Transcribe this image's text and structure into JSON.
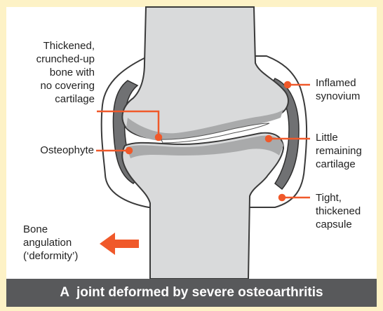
{
  "caption": "A  joint deformed by severe osteoarthritis",
  "labels": {
    "thickened_bone": "Thickened,\ncrunched-up\nbone with\nno covering\ncartilage",
    "osteophyte": "Osteophyte",
    "bone_angulation": "Bone\nangulation\n(‘deformity’)",
    "inflamed_synovium": "Inflamed\nsynovium",
    "little_cartilage": "Little\nremaining\ncartilage",
    "tight_capsule": "Tight,\nthickened\ncapsule"
  },
  "colors": {
    "background_frame": "#fdf2c6",
    "bone": "#d9dadb",
    "bone_shadow": "#a9aaab",
    "synovium": "#707173",
    "capsule_outline": "#3a3a3a",
    "pointer": "#f0592a",
    "caption_bar": "#58595b",
    "caption_text": "#ffffff"
  }
}
